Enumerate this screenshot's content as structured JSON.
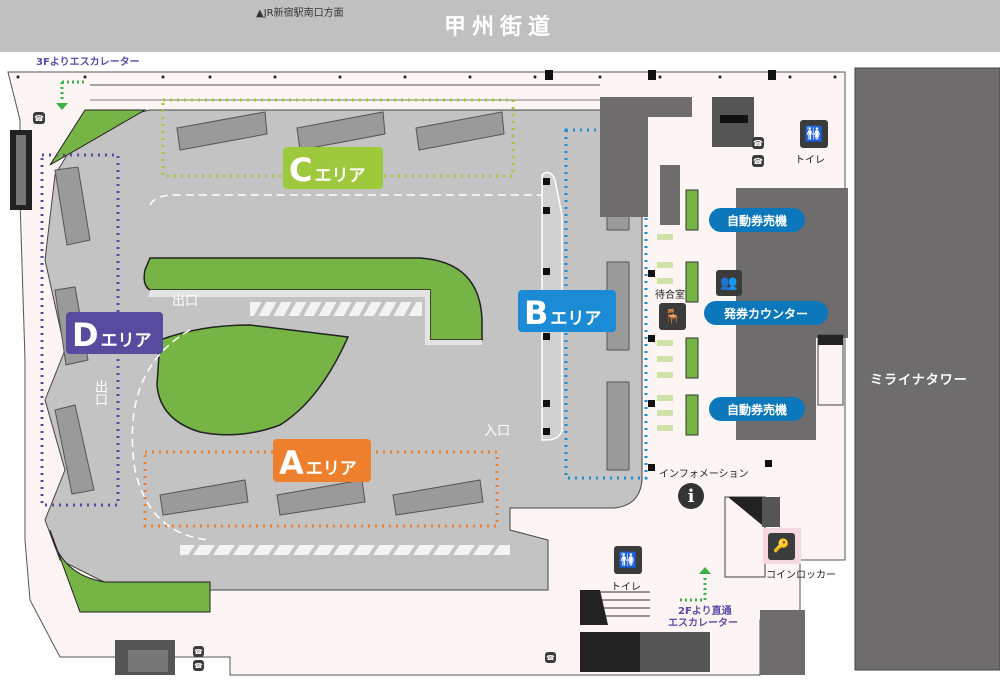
{
  "header": {
    "road_name": "甲州街道",
    "direction_label": "▲JR新宿駅南口方面"
  },
  "escalators": {
    "from_3f": "3Fよりエスカレーター",
    "from_2f_line1": "2Fより直通",
    "from_2f_line2": "エスカレーター"
  },
  "areas": [
    {
      "id": "A",
      "letter": "A",
      "suffix": "エリア",
      "color": "#ee7f2d"
    },
    {
      "id": "B",
      "letter": "B",
      "suffix": "エリア",
      "color": "#1a8bd4"
    },
    {
      "id": "C",
      "letter": "C",
      "suffix": "エリア",
      "color": "#9fc93c"
    },
    {
      "id": "D",
      "letter": "D",
      "suffix": "エリア",
      "color": "#574ba0"
    }
  ],
  "facilities": {
    "ticket_machine_1": "自動券売機",
    "ticket_machine_2": "自動券売機",
    "ticket_counter": "発券カウンター",
    "waiting_room": "待合室",
    "information": "インフォメーション",
    "toilet_upper": "トイレ",
    "toilet_lower": "トイレ",
    "coin_locker": "コインロッカー",
    "info_icon_glyph": "i"
  },
  "building": {
    "tower_name": "ミライナタワー"
  },
  "road_markings": {
    "exit_1": "出口",
    "exit_2": "出口",
    "entrance": "入口"
  },
  "colors": {
    "road_bar": "#c0c0c0",
    "floor": "#fdf5f3",
    "pavement": "#c3c3c3",
    "green": "#76b545",
    "building_dark": "#6e6c6d",
    "pill_blue": "#0c77bb"
  }
}
